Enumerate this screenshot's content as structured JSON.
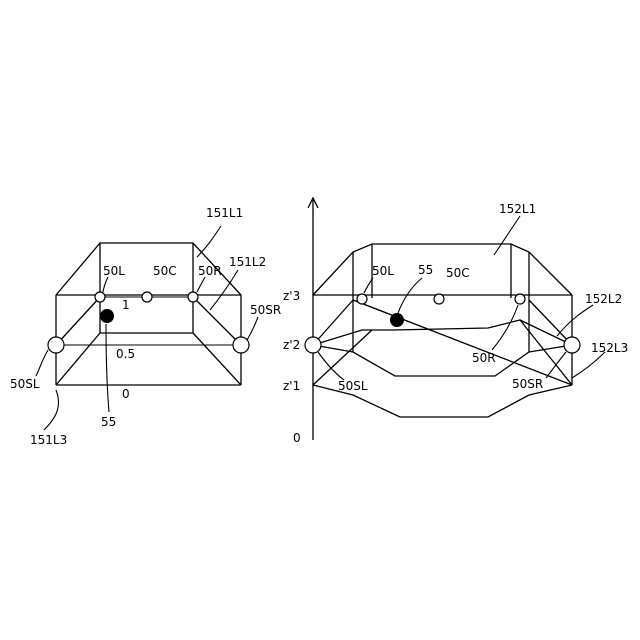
{
  "left_figure": {
    "labels": {
      "layer_top": "151L1",
      "layer_mid": "151L2",
      "layer_bottom": "151L3",
      "spk_l": "50L",
      "spk_c": "50C",
      "spk_r": "50R",
      "spk_sl": "50SL",
      "spk_sr": "50SR",
      "sound_image": "55",
      "height_1": "1",
      "height_05": "0.5",
      "height_0": "0"
    }
  },
  "right_figure": {
    "labels": {
      "layer_top": "152L1",
      "layer_mid": "152L2",
      "layer_bottom": "152L3",
      "spk_l": "50L",
      "spk_c": "50C",
      "spk_r": "50R",
      "spk_sl": "50SL",
      "spk_sr": "50SR",
      "sound_image": "55",
      "axis_z3": "z'3",
      "axis_z2": "z'2",
      "axis_z1": "z'1",
      "axis_0": "0"
    }
  }
}
